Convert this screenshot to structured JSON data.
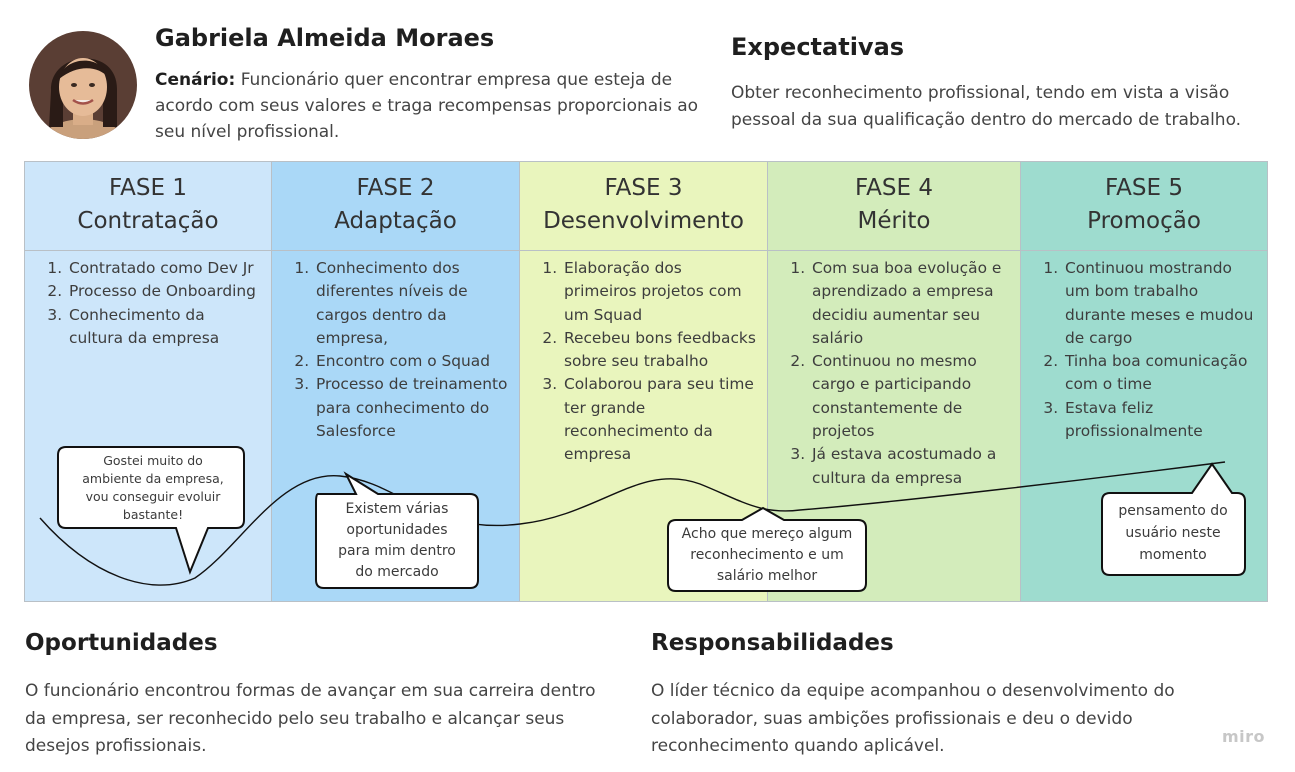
{
  "persona": {
    "name": "Gabriela Almeida Moraes",
    "scenario_label": "Cenário:",
    "scenario_text": "Funcionário quer encontrar empresa que esteja de acordo com seus valores e traga recompensas proporcionais ao seu nível profissional."
  },
  "expectations": {
    "title": "Expectativas",
    "text": "Obter reconhecimento profissional,  tendo em vista a visão pessoal da sua qualificação dentro do mercado de trabalho."
  },
  "phases": [
    {
      "number": "FASE 1",
      "name": "Contratação",
      "color": "#cde6fa",
      "items": [
        "Contratado como Dev Jr",
        "Processo de Onboarding",
        "Conhecimento da cultura da empresa"
      ]
    },
    {
      "number": "FASE 2",
      "name": "Adaptação",
      "color": "#aad8f7",
      "items": [
        "Conhecimento dos diferentes níveis de cargos dentro da empresa,",
        "Encontro com o Squad",
        "Processo de treinamento para conhecimento do Salesforce"
      ]
    },
    {
      "number": "FASE 3",
      "name": "Desenvolvimento",
      "color": "#e9f5bd",
      "items": [
        "Elaboração dos primeiros projetos com um Squad",
        "Recebeu bons feedbacks sobre seu trabalho",
        "Colaborou para seu time ter grande reconhecimento da empresa"
      ]
    },
    {
      "number": "FASE 4",
      "name": "Mérito",
      "color": "#d3ecbb",
      "items": [
        "Com sua boa evolução e aprendizado a empresa decidiu aumentar seu salário",
        "Continuou no mesmo cargo e participando constantemente de projetos",
        "Já estava acostumado a cultura da empresa"
      ]
    },
    {
      "number": "FASE 5",
      "name": "Promoção",
      "color": "#9edccf",
      "items": [
        "Continuou mostrando um bom trabalho durante meses e mudou de cargo",
        "Tinha boa comunicação com o time",
        "Estava feliz profissionalmente"
      ]
    }
  ],
  "thoughts": [
    "Gostei muito do ambiente da empresa, vou conseguir evoluir bastante!",
    "Existem várias oportunidades para mim dentro do mercado",
    "Acho que mereço algum reconhecimento e um salário melhor",
    "pensamento do usuário neste momento"
  ],
  "opportunities": {
    "title": "Oportunidades",
    "text": "O funcionário encontrou formas de avançar em sua carreira dentro da empresa, ser reconhecido pelo seu trabalho e alcançar seus desejos profissionais."
  },
  "responsibilities": {
    "title": "Responsabilidades",
    "text": "O líder técnico da equipe acompanhou o desenvolvimento do colaborador, suas ambições profissionais e deu o devido reconhecimento quando aplicável."
  },
  "watermark": "miro"
}
